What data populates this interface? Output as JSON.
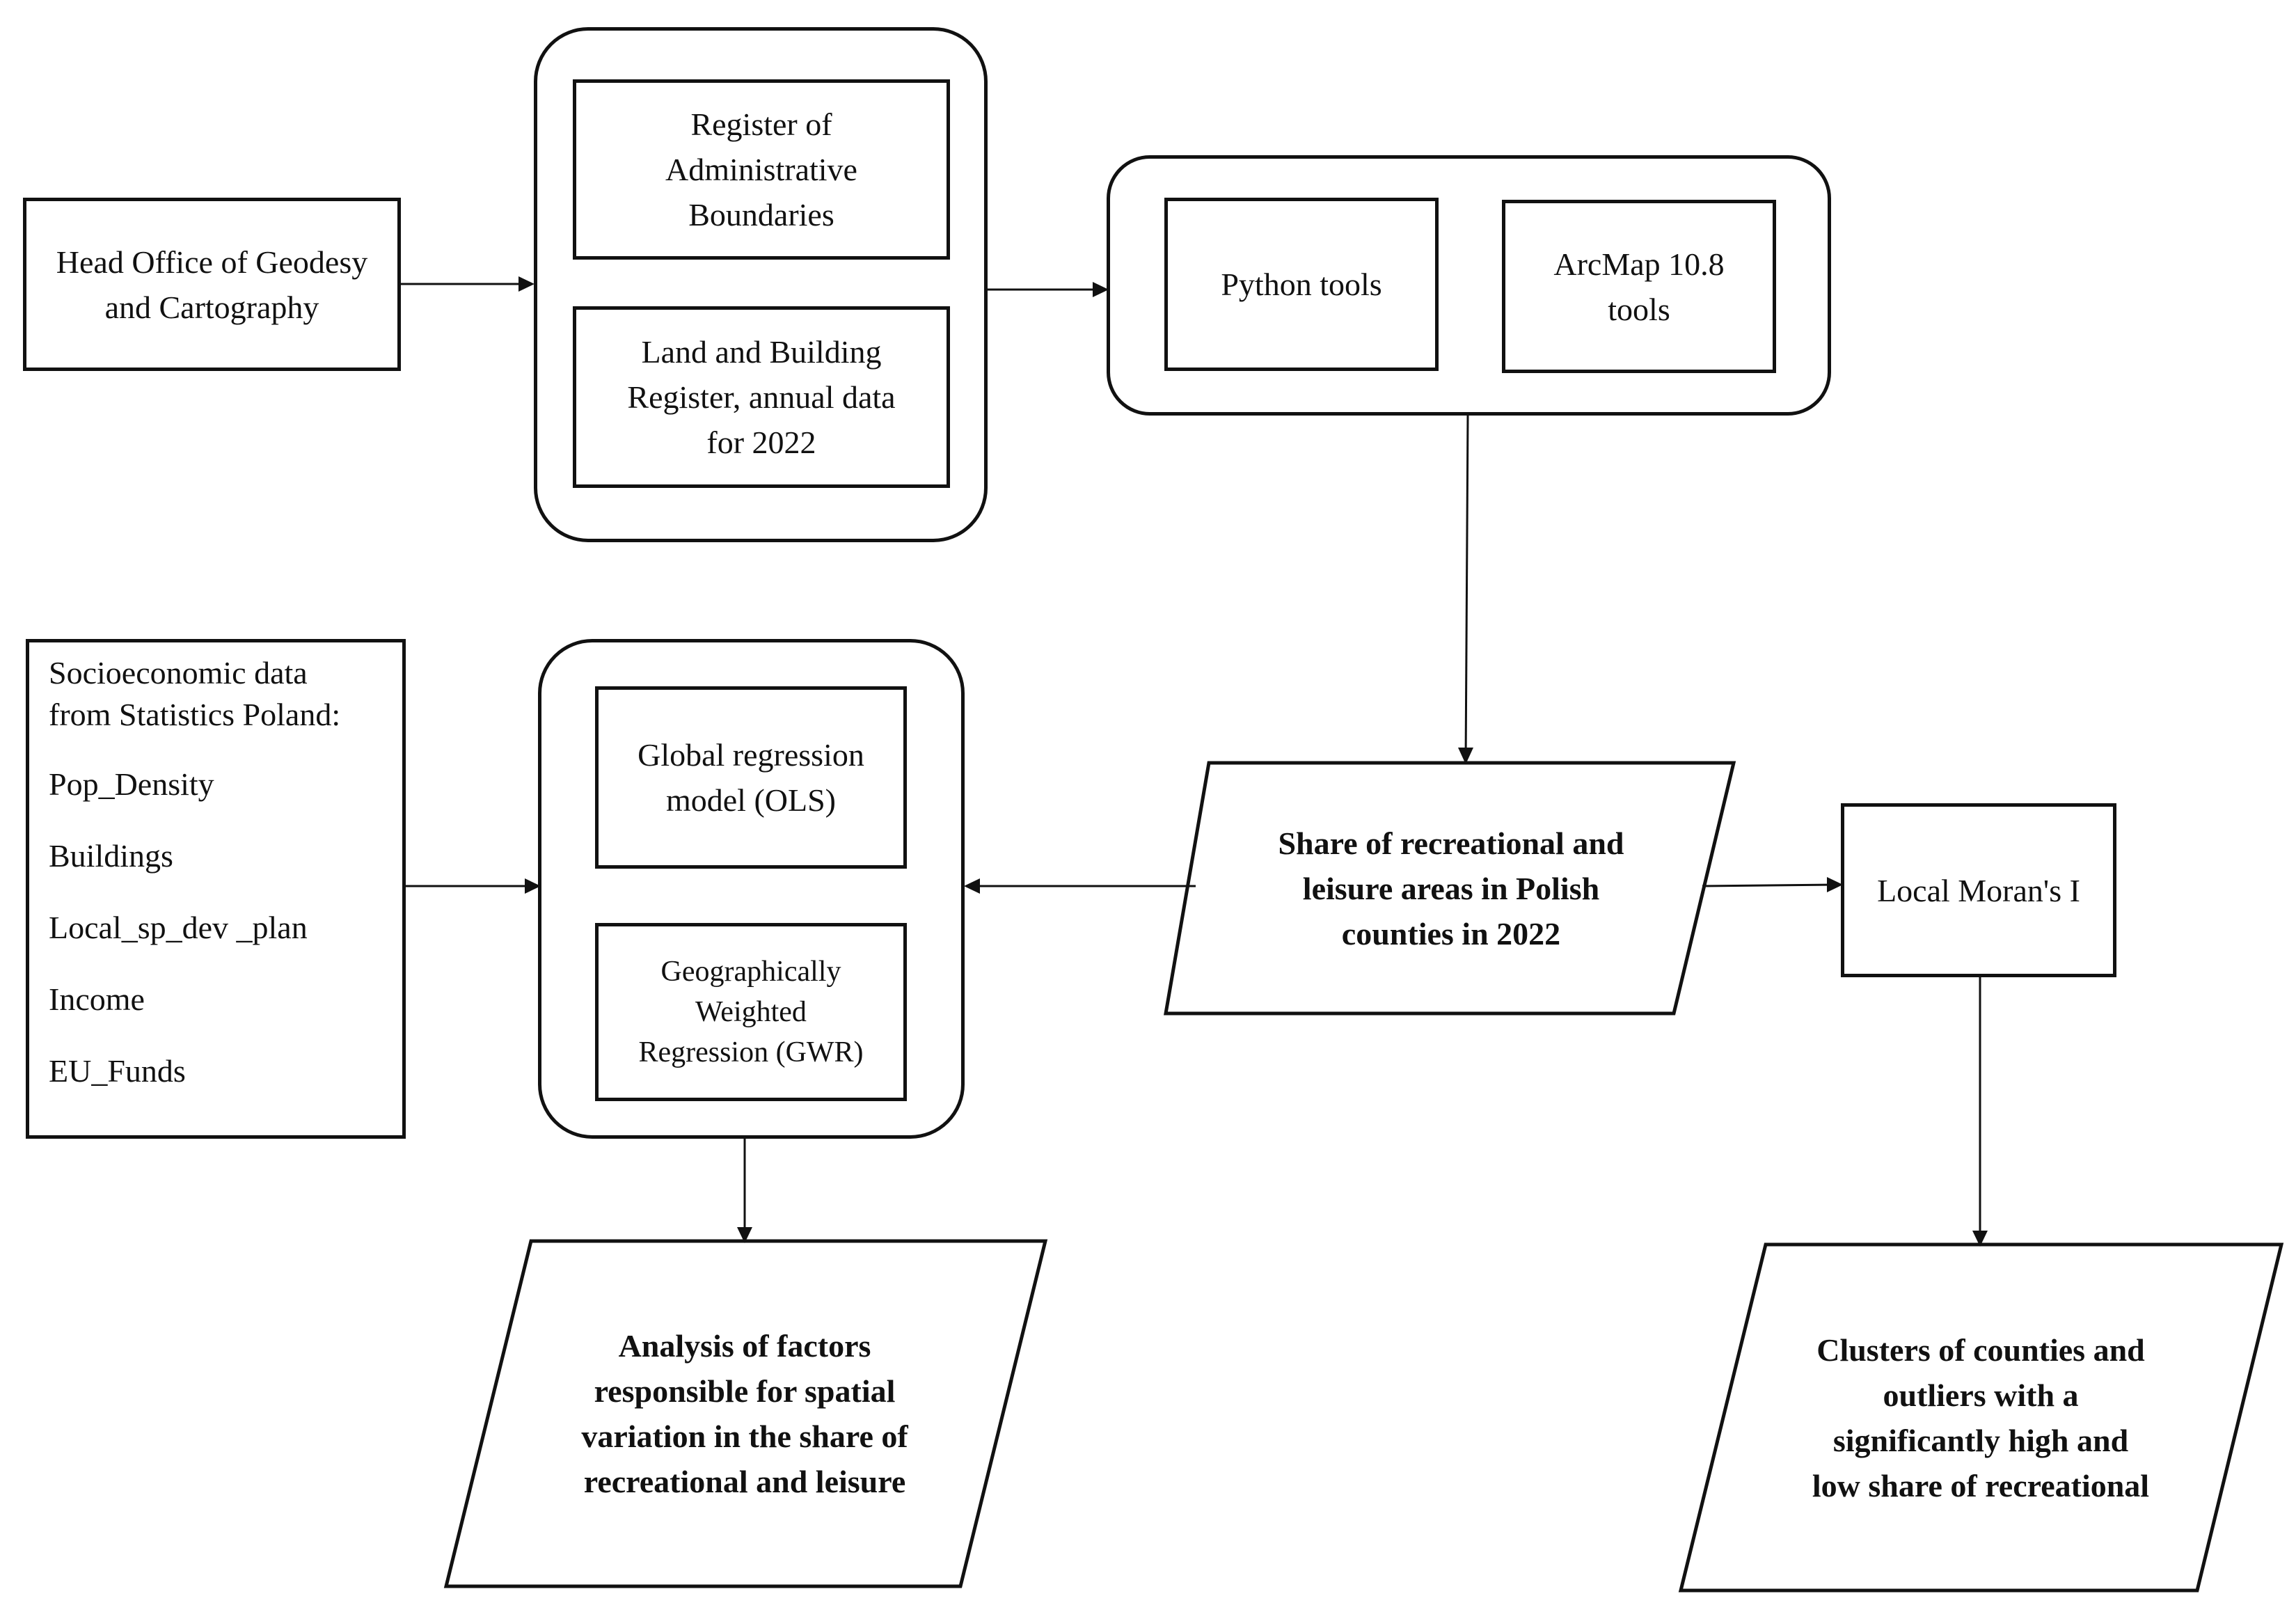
{
  "nodes": {
    "head_office": "Head Office of Geodesy\nand Cartography",
    "register_admin": "Register of\nAdministrative\nBoundaries",
    "land_building": "Land and Building\nRegister, annual data\nfor 2022",
    "python_tools": "Python tools",
    "arcmap_tools": "ArcMap 10.8\ntools",
    "socio_heading": "Socioeconomic data\nfrom Statistics Poland:",
    "socio_vars": [
      "Pop_Density",
      "Buildings",
      "Local_sp_dev _plan",
      "Income",
      "EU_Funds"
    ],
    "ols": "Global regression\nmodel (OLS)",
    "gwr": "Geographically\nWeighted\nRegression  (GWR)",
    "share": "Share of recreational and\nleisure areas in Polish\ncounties in 2022",
    "morans": "Local Moran's I",
    "analysis": "Analysis of factors\nresponsible for spatial\nvariation in the share of\nrecreational and leisure",
    "clusters": "Clusters of counties and\noutliers with a\nsignificantly high and\nlow share of recreational"
  }
}
